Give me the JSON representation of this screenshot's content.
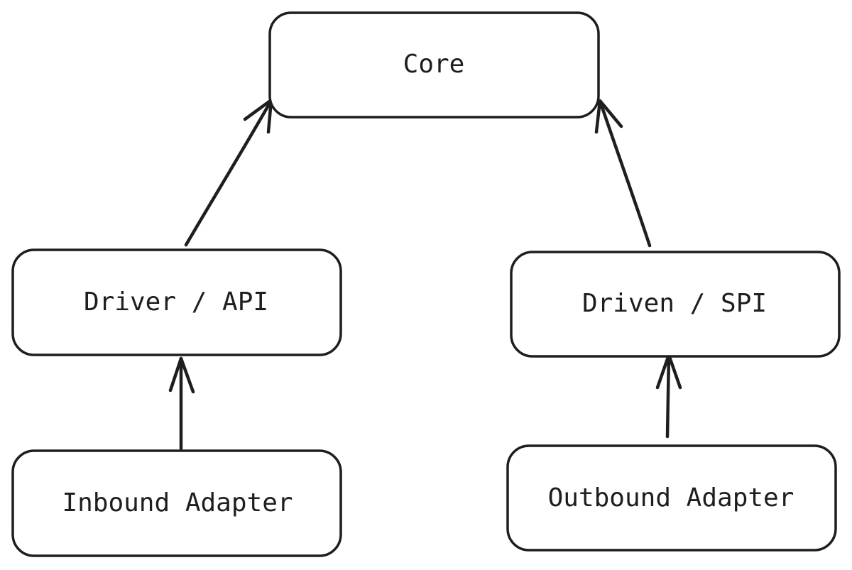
{
  "nodes": {
    "core": "Core",
    "driver_api": "Driver / API",
    "driven_spi": "Driven / SPI",
    "inbound_adapter": "Inbound Adapter",
    "outbound_adapter": "Outbound Adapter"
  },
  "colors": {
    "stroke": "#1e1e1e",
    "background": "#ffffff"
  }
}
